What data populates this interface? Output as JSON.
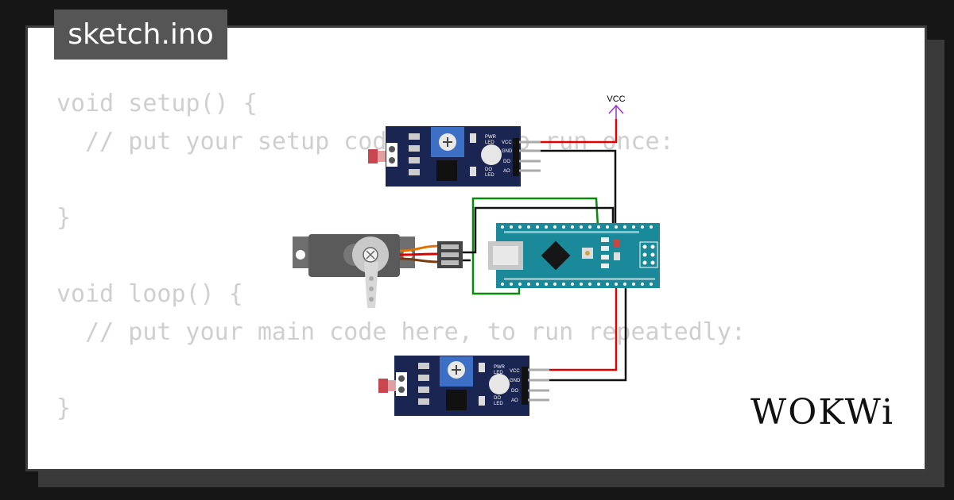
{
  "tab": {
    "title": "sketch.ino"
  },
  "code_lines": [
    "void setup() {",
    "  // put your setup code here, to run once:",
    "",
    "}",
    "",
    "void loop() {",
    "  // put your main code here, to run repeatedly:",
    "",
    "}"
  ],
  "logo": "WOKWi",
  "labels": {
    "vcc": "VCC",
    "pwr_led": "PWR",
    "pwr_led2": "LED",
    "do_led": "DO",
    "do_led2": "LED",
    "pin_vcc": "VCC",
    "pin_gnd": "GND",
    "pin_do": "DO",
    "pin_ao": "AO"
  },
  "colors": {
    "wire_red": "#e00000",
    "wire_black": "#111111",
    "wire_green": "#0a8a0a",
    "vcc_arrow": "#9b2fc9",
    "sensor_board": "#1b2552",
    "arduino_board": "#1a8a9a"
  }
}
